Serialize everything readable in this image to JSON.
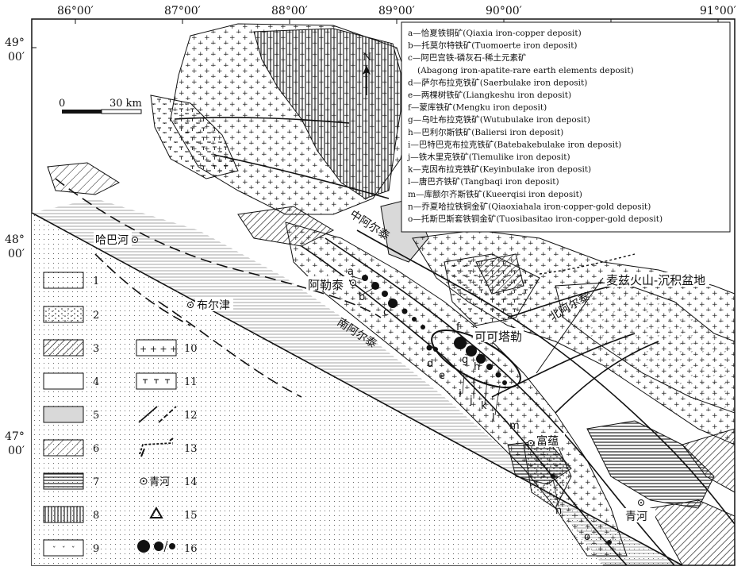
{
  "coordinates": {
    "top_longitudes": [
      "86°00′",
      "87°00′",
      "88°00′",
      "89°00′",
      "90°00′",
      "91°00′"
    ],
    "left_latitudes": [
      {
        "deg": "49°",
        "min": "00′"
      },
      {
        "deg": "48°",
        "min": "00′"
      },
      {
        "deg": "47°",
        "min": "00′"
      }
    ]
  },
  "north_arrow": {
    "label": "N"
  },
  "scale_bar": {
    "start": "0",
    "end": "30 km"
  },
  "deposit_list": [
    "a—恰夏铁铜矿(Qiaxia iron-copper deposit)",
    "b—托莫尔特铁矿(Tuomoerte iron deposit)",
    "c—阿巴宫铁-磷灰石-稀土元素矿",
    "(Abagong iron-apatite-rare earth elements deposit)",
    "d—萨尔布拉克铁矿(Saerbulake iron deposit)",
    "e—两棵树铁矿(Liangkeshu iron deposit)",
    "f—蒙库铁矿(Mengku iron deposit)",
    "g—乌吐布拉克铁矿(Wutubulake iron deposit)",
    "h—巴利尔斯铁矿(Baliersi iron deposit)",
    "i—巴特巴克布拉克铁矿(Batebakebulake iron deposit)",
    "j—铁木里克铁矿(Tiemulike iron deposit)",
    "k—克因布拉克铁矿(Keyinbulake iron deposit)",
    "l—唐巴齐铁矿(Tangbaqi iron deposit)",
    "m—库额尔齐斯铁矿(Kueerqisi iron deposit)",
    "n—乔夏哈拉铁铜金矿(Qiaoxiahala iron-copper-gold deposit)",
    "o—托斯巴斯套铁铜金矿(Tuosibasitao iron-copper-gold deposit)"
  ],
  "place_labels": {
    "habahe": "哈巴河",
    "buerjin": "布尔津",
    "aletai": "阿勒泰",
    "zhong_altai": "中阿尔泰",
    "nan_altai": "南阿尔泰",
    "bei_altai": "北阿尔泰",
    "keketuohai": "可可塔勒",
    "maizi": "麦兹火山-沉积盆地",
    "fuyun": "富蕴",
    "qinghe": "青河"
  },
  "deposit_letters": [
    "a",
    "b",
    "c",
    "d",
    "e",
    "f",
    "g",
    "h",
    "i",
    "j",
    "k",
    "l",
    "m",
    "n",
    "o"
  ],
  "legend": {
    "left": [
      "1",
      "2",
      "3",
      "4",
      "5",
      "6",
      "7",
      "8",
      "9"
    ],
    "right": [
      "10",
      "11",
      "12",
      "13",
      "14",
      "15",
      "16"
    ],
    "town_sample": "青河"
  }
}
